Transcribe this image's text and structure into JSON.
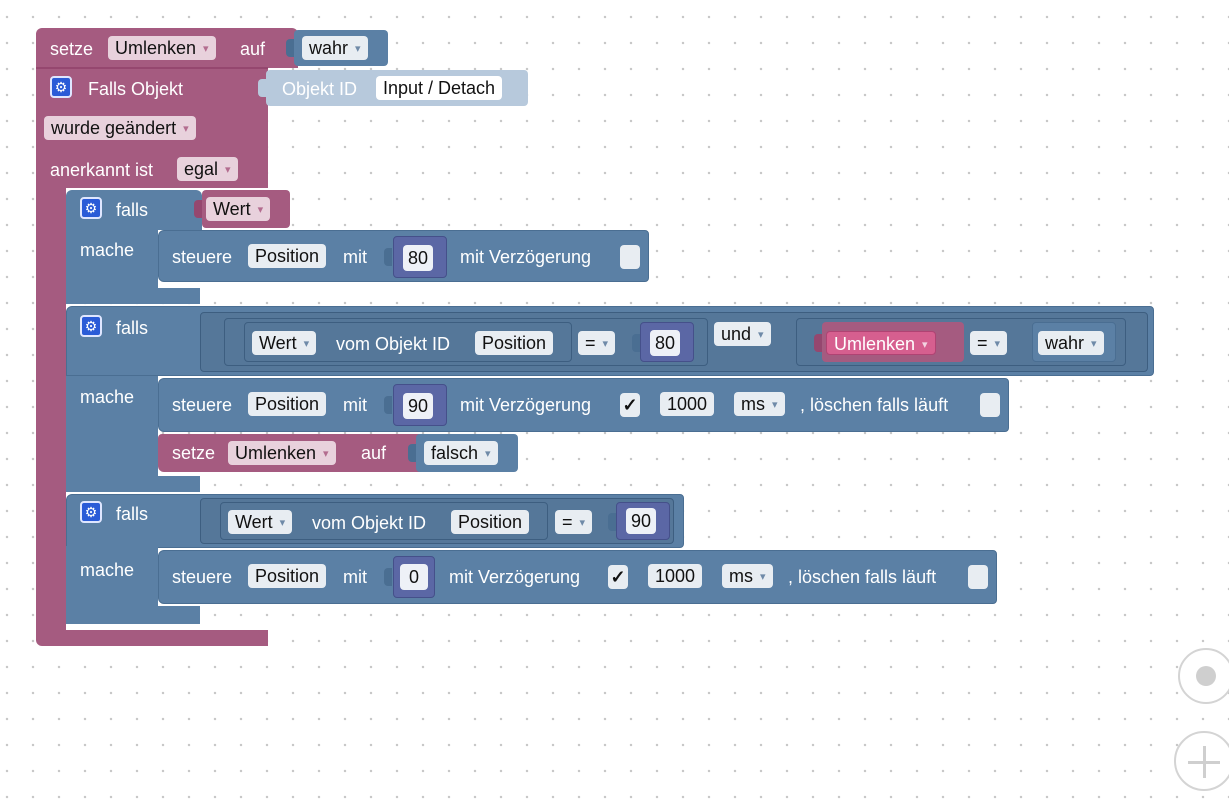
{
  "blocks": {
    "set_var_1": {
      "setze": "setze",
      "var": "Umlenken",
      "auf": "auf",
      "value": "wahr"
    },
    "trigger": {
      "falls_objekt": "Falls Objekt",
      "objekt_id_label": "Objekt ID",
      "objekt_id_value": "Input / Detach",
      "changed": "wurde geändert",
      "anerkannt": "anerkannt ist",
      "anerkannt_value": "egal"
    },
    "if1": {
      "falls": "falls",
      "cond_var": "Wert",
      "mache": "mache",
      "steuere": "steuere",
      "target": "Position",
      "mit": "mit",
      "value": "80",
      "verzoegerung": "mit Verzögerung"
    },
    "if2": {
      "falls": "falls",
      "cond1_mode": "Wert",
      "vom_objekt": "vom Objekt ID",
      "cond1_obj": "Position",
      "op1": "=",
      "cond1_value": "80",
      "und": "und",
      "cond2_var": "Umlenken",
      "op2": "=",
      "cond2_value": "wahr",
      "mache": "mache",
      "steuere": "steuere",
      "target": "Position",
      "mit": "mit",
      "value": "90",
      "verzoegerung": "mit Verzögerung",
      "check": "✓",
      "delay": "1000",
      "unit": "ms",
      "loeschen": ", löschen falls läuft",
      "setze": "setze",
      "set_var": "Umlenken",
      "auf": "auf",
      "set_value": "falsch"
    },
    "if3": {
      "falls": "falls",
      "cond_mode": "Wert",
      "vom_objekt": "vom Objekt ID",
      "cond_obj": "Position",
      "op": "=",
      "cond_value": "90",
      "mache": "mache",
      "steuere": "steuere",
      "target": "Position",
      "mit": "mit",
      "value": "0",
      "verzoegerung": "mit Verzögerung",
      "check": "✓",
      "delay": "1000",
      "unit": "ms",
      "loeschen": ", löschen falls läuft"
    }
  },
  "icons": {
    "gear": "gear-icon",
    "dropdown": "▾",
    "recenter": "target-icon",
    "zoom_in": "plus-icon"
  },
  "colors": {
    "event_block": "#a55b80",
    "control_block": "#5b80a5",
    "number_block": "#5b67a5",
    "gear": "#2a5bd7"
  }
}
